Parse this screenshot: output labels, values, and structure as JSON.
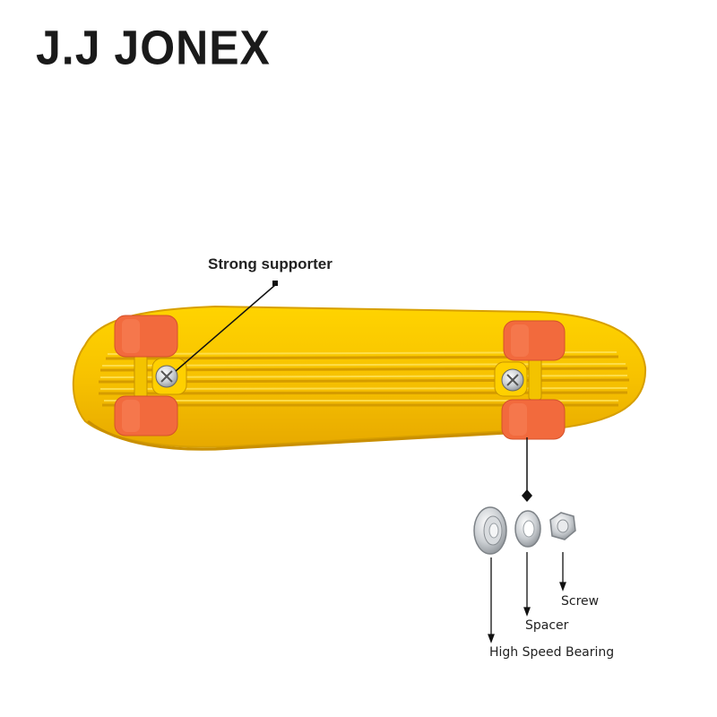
{
  "brand": {
    "logo_text": "J.J JONEX"
  },
  "callouts": {
    "supporter": "Strong supporter",
    "screw": "Screw",
    "spacer": "Spacer",
    "bearing": "High Speed Bearing"
  },
  "colors": {
    "deck": "#f7c600",
    "deck_shadow": "#e0a800",
    "wheel": "#f26a3d",
    "metal": "#bfc3c7"
  }
}
